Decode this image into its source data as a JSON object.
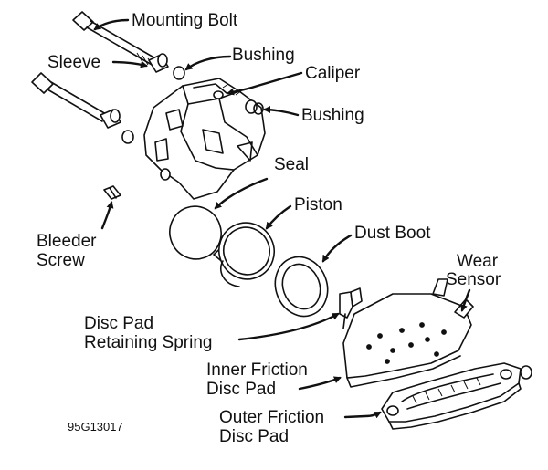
{
  "labels": {
    "mounting_bolt": "Mounting Bolt",
    "sleeve": "Sleeve",
    "bushing_top": "Bushing",
    "caliper": "Caliper",
    "bushing_right": "Bushing",
    "seal": "Seal",
    "piston": "Piston",
    "dust_boot": "Dust Boot",
    "bleeder_line1": "Bleeder",
    "bleeder_line2": "Screw",
    "wear_line1": "Wear",
    "wear_line2": "Sensor",
    "spring_line1": "Disc Pad",
    "spring_line2": "Retaining Spring",
    "inner_line1": "Inner Friction",
    "inner_line2": "Disc Pad",
    "outer_line1": "Outer Friction",
    "outer_line2": "Disc Pad"
  },
  "figure_id": "95G13017",
  "colors": {
    "ink": "#111111",
    "background": "#ffffff"
  }
}
